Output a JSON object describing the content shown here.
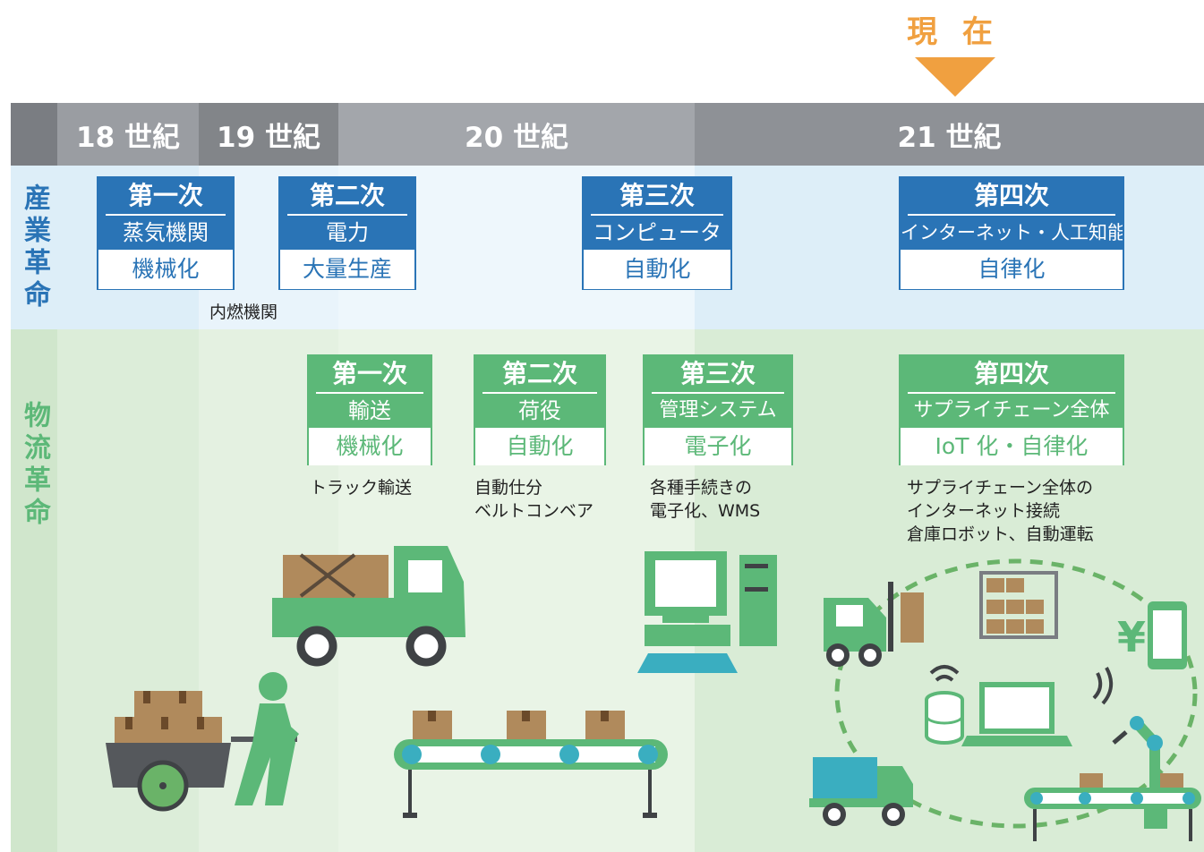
{
  "now_label": "現 在",
  "centuries": [
    "18 世紀",
    "19 世紀",
    "20 世紀",
    "21 世紀"
  ],
  "rows": {
    "industrial": "産業革命",
    "logistics": "物流革命"
  },
  "industrial_cards": [
    {
      "ordinal": "第一次",
      "name": "蒸気機関",
      "result": "機械化"
    },
    {
      "ordinal": "第二次",
      "name": "電力",
      "result": "大量生産"
    },
    {
      "ordinal": "第三次",
      "name": "コンピュータ",
      "result": "自動化"
    },
    {
      "ordinal": "第四次",
      "name": "インターネット・人工知能",
      "result": "自律化"
    }
  ],
  "industrial_note": "内燃機関",
  "logistics_cards": [
    {
      "ordinal": "第一次",
      "name": "輸送",
      "result": "機械化"
    },
    {
      "ordinal": "第二次",
      "name": "荷役",
      "result": "自動化"
    },
    {
      "ordinal": "第三次",
      "name": "管理システム",
      "result": "電子化"
    },
    {
      "ordinal": "第四次",
      "name": "サプライチェーン全体",
      "result": "IoT 化・自律化"
    }
  ],
  "logistics_notes": [
    [
      "トラック輸送"
    ],
    [
      "自動仕分",
      "ベルトコンベア"
    ],
    [
      "各種手続きの",
      "電子化、WMS"
    ],
    [
      "サプライチェーン全体の",
      "インターネット接続",
      "倉庫ロボット、自動運転"
    ]
  ],
  "icons": {
    "cart": "handcart-worker-icon",
    "truck": "delivery-truck-icon",
    "conveyor": "conveyor-belt-icon",
    "computer": "desktop-computer-icon",
    "iot": "iot-network-cycle-icon",
    "yen": "¥"
  },
  "colors": {
    "accent": "#f0a040",
    "industrial_blue": "#2a74b6",
    "logistics_green": "#5cb878",
    "header_gray": "#8e9196"
  }
}
